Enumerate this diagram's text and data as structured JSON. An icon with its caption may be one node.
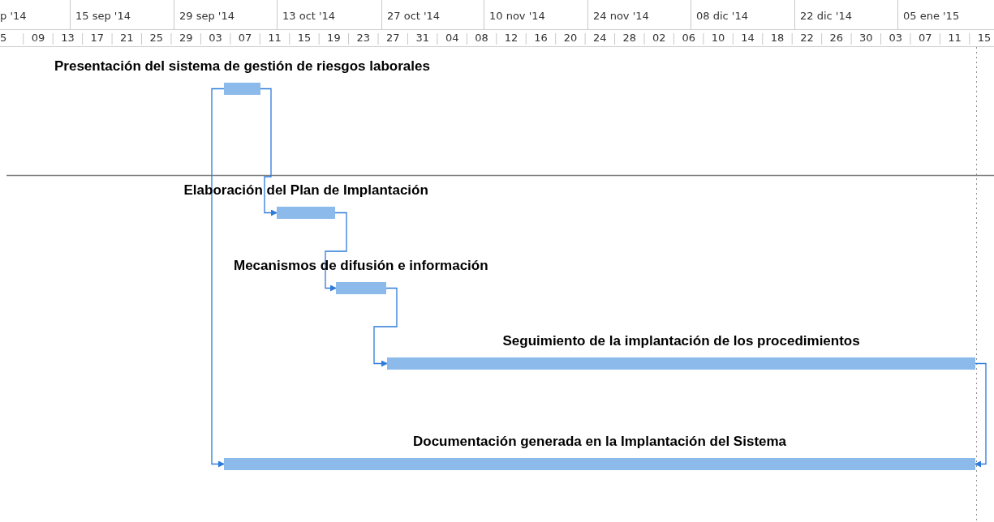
{
  "diagram": {
    "nodes": [
      {
        "text": [],
        "shape": "bar",
        "beside": [
          "Presentación del sistema de gestión de riesgos laborales"
        ]
      },
      {
        "text": [],
        "shape": "bar",
        "beside": [
          "Elaboración del Plan de Implantación"
        ]
      },
      {
        "text": [],
        "shape": "bar",
        "beside": [
          "Mecanismos de difusión e información"
        ]
      },
      {
        "text": [],
        "shape": "bar",
        "beside": [
          "Seguimiento de la implantación de los procedimientos"
        ]
      },
      {
        "text": [],
        "shape": "bar",
        "beside": [
          "Documentación generada en la Implantación del Sistema"
        ]
      }
    ],
    "edges": [
      {
        "from": 0,
        "to": 4,
        "arrow": "to"
      },
      {
        "from": 0,
        "to": 1,
        "arrow": "to"
      },
      {
        "from": 1,
        "to": 2,
        "arrow": "to"
      },
      {
        "from": 2,
        "to": 3,
        "arrow": "to"
      },
      {
        "from": 3,
        "to": 4,
        "arrow": "to"
      }
    ],
    "labels": [
      "p '14",
      "15 sep '14",
      "29 sep '14",
      "13 oct '14",
      "27 oct '14",
      "10 nov '14",
      "24 nov '14",
      "08 dic '14",
      "22 dic '14",
      "05 ene '15",
      "5",
      "09",
      "13",
      "17",
      "21",
      "25",
      "29",
      "03",
      "07",
      "11",
      "15",
      "19",
      "23",
      "27",
      "31",
      "04",
      "08",
      "12",
      "16",
      "20",
      "24",
      "28",
      "02",
      "06",
      "10",
      "14",
      "18",
      "22",
      "26",
      "30",
      "03",
      "07",
      "11",
      "15"
    ]
  }
}
